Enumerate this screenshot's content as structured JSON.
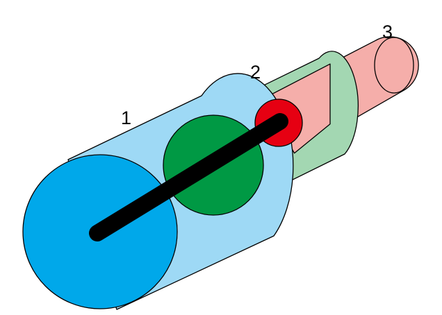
{
  "labels": {
    "cylinder_1": "1",
    "cylinder_2": "2",
    "cylinder_3": "3"
  },
  "colors": {
    "cylinder_1_body": "#9ED9F5",
    "cylinder_1_face": "#00A8EA",
    "cylinder_2_body": "#A3D7B2",
    "cylinder_2_face": "#009944",
    "cylinder_3_body": "#F5AEAA",
    "cylinder_3_face": "#E60012",
    "rod": "#000000",
    "outline": "#000000"
  }
}
